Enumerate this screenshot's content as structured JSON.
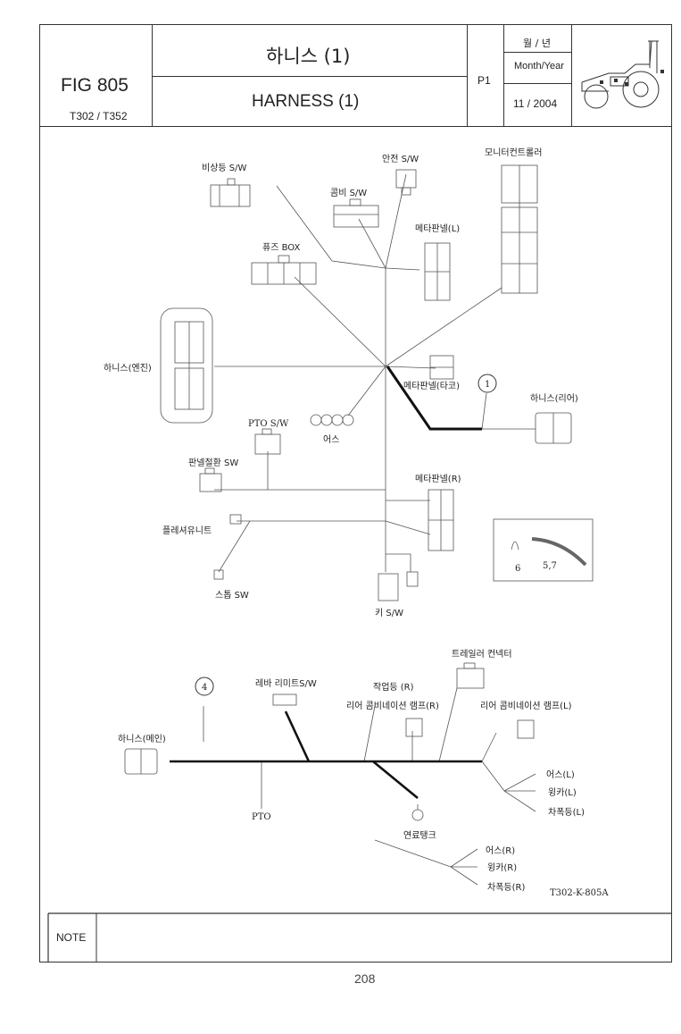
{
  "header": {
    "fig_label": "FIG 805",
    "models": "T302 / T352",
    "title_ko": "하니스 (1)",
    "title_en": "HARNESS (1)",
    "page_code": "P1",
    "month_year_ko": "월 / 년",
    "month_year_en": "Month/Year",
    "date": "11 / 2004"
  },
  "diagram": {
    "labels": {
      "emergency_sw": "비상등 S/W",
      "safety_sw": "안전 S/W",
      "monitor_controller": "모니터컨트롤러",
      "combi_sw": "콤비 S/W",
      "meter_panel_l": "메타판넬(L)",
      "fuse_box": "퓨즈 BOX",
      "harness_engine": "하니스(엔진)",
      "meter_panel_tacho": "메타판넬(타코)",
      "callout_1": "1",
      "harness_rear": "하니스(리어)",
      "earth_upper": "어스",
      "pto_sw": "PTO S/W",
      "panel_dimmer_sw": "판넬절환 SW",
      "meter_panel_r": "메타판넬(R)",
      "flasher_unit": "플레셔유니트",
      "inset_part_6": "6",
      "inset_part_57": "5,7",
      "stop_sw": "스톱 SW",
      "key_sw": "키 S/W",
      "trailer_connector": "트레일러 컨넥터",
      "callout_4": "4",
      "lever_limit_sw": "레바 리미트S/W",
      "work_lamp_r": "작업등 (R)",
      "rear_combi_lamp_r": "리어 콤비네이션 램프(R)",
      "rear_combi_lamp_l": "리어 콤비네이션 램프(L)",
      "harness_main": "하니스(메인)",
      "earth_l": "어스(L)",
      "winker_l": "윙카(L)",
      "width_lamp_l": "차폭등(L)",
      "pto": "PTO",
      "fuel_tank": "연료탱크",
      "earth_r": "어스(R)",
      "winker_r": "윙카(R)",
      "width_lamp_r": "차폭등(R)",
      "drawing_code": "T302-K-805A"
    }
  },
  "footer": {
    "note_label": "NOTE",
    "page_number": "208"
  }
}
